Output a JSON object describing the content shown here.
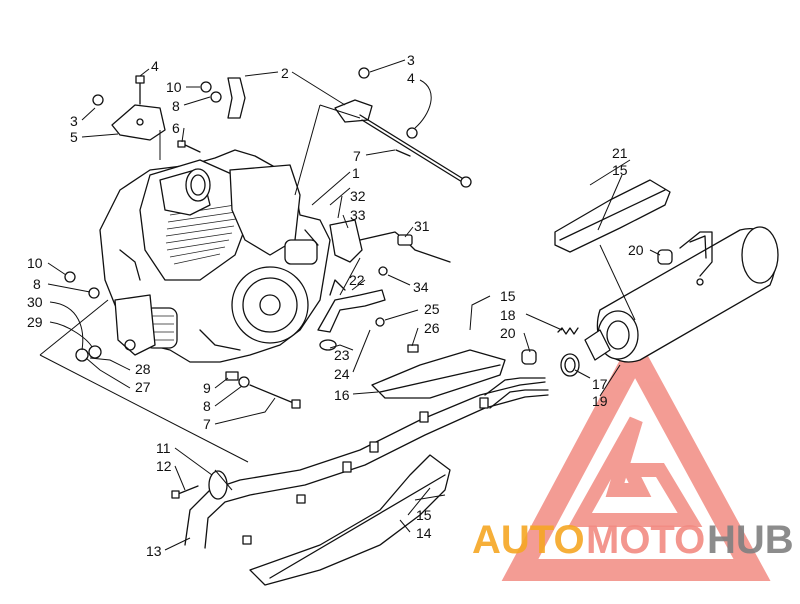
{
  "callouts": [
    {
      "id": "4-top-left",
      "text": "4"
    },
    {
      "id": "10-top",
      "text": "10"
    },
    {
      "id": "8-top",
      "text": "8"
    },
    {
      "id": "3-left",
      "text": "3"
    },
    {
      "id": "5-left",
      "text": "5"
    },
    {
      "id": "6",
      "text": "6"
    },
    {
      "id": "2",
      "text": "2"
    },
    {
      "id": "3-right",
      "text": "3"
    },
    {
      "id": "4-right",
      "text": "4"
    },
    {
      "id": "7-top",
      "text": "7"
    },
    {
      "id": "1",
      "text": "1"
    },
    {
      "id": "32",
      "text": "32"
    },
    {
      "id": "33",
      "text": "33"
    },
    {
      "id": "31",
      "text": "31"
    },
    {
      "id": "34",
      "text": "34"
    },
    {
      "id": "21",
      "text": "21"
    },
    {
      "id": "15-top",
      "text": "15"
    },
    {
      "id": "20-right",
      "text": "20"
    },
    {
      "id": "10-left",
      "text": "10"
    },
    {
      "id": "8-left",
      "text": "8"
    },
    {
      "id": "30",
      "text": "30"
    },
    {
      "id": "29",
      "text": "29"
    },
    {
      "id": "22",
      "text": "22"
    },
    {
      "id": "25",
      "text": "25"
    },
    {
      "id": "26",
      "text": "26"
    },
    {
      "id": "15-mid",
      "text": "15"
    },
    {
      "id": "18",
      "text": "18"
    },
    {
      "id": "20-mid",
      "text": "20"
    },
    {
      "id": "28",
      "text": "28"
    },
    {
      "id": "27",
      "text": "27"
    },
    {
      "id": "23",
      "text": "23"
    },
    {
      "id": "24",
      "text": "24"
    },
    {
      "id": "16",
      "text": "16"
    },
    {
      "id": "17",
      "text": "17"
    },
    {
      "id": "19",
      "text": "19"
    },
    {
      "id": "9",
      "text": "9"
    },
    {
      "id": "8-bottom",
      "text": "8"
    },
    {
      "id": "7-bottom",
      "text": "7"
    },
    {
      "id": "11",
      "text": "11"
    },
    {
      "id": "12",
      "text": "12"
    },
    {
      "id": "13",
      "text": "13"
    },
    {
      "id": "15-bottom",
      "text": "15"
    },
    {
      "id": "14",
      "text": "14"
    }
  ],
  "watermark": {
    "part1": "AUTO",
    "part2": "MOTO",
    "part3": "HUB",
    "color_primary": "#f5a623",
    "color_secondary": "#f28b82",
    "color_dark": "#7f7f7f",
    "triangle_color": "#f28b82"
  }
}
